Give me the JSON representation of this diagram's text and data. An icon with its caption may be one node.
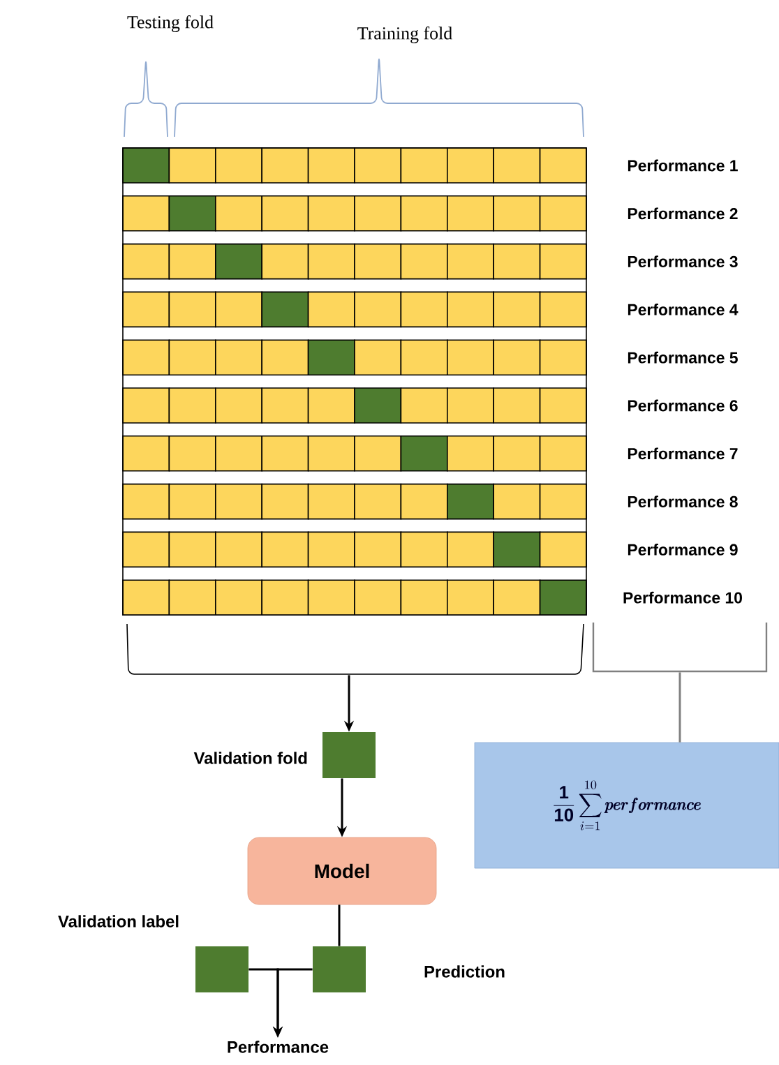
{
  "diagram": {
    "nodes": [
      {
        "text": [],
        "shape": "box",
        "beside": [
          "Validation fold"
        ]
      },
      {
        "text": [
          "Model"
        ]
      },
      {
        "text": [],
        "shape": "box",
        "beside": [
          "Validation label"
        ]
      },
      {
        "text": [],
        "shape": "box",
        "beside": [
          "Prediction"
        ]
      },
      {
        "text": [
          "Performance"
        ]
      },
      {
        "text": [
          "\\frac{\\mathbf{1}}{\\mathbf{10}}\\sum_{i=1}^{10}\\pmb{performance}"
        ]
      },
      {
        "text": [],
        "shape": "bracket"
      },
      {
        "text": [],
        "shape": "bracket"
      }
    ],
    "edges": [
      {
        "from": 6,
        "to": 0,
        "arrow": "to"
      },
      {
        "from": 0,
        "to": 1,
        "arrow": "to"
      },
      {
        "from": 1,
        "to": 3,
        "arrow": "none"
      },
      {
        "from": 2,
        "to": 4,
        "arrow": "to"
      },
      {
        "from": 3,
        "to": 4,
        "arrow": "to"
      },
      {
        "from": 7,
        "to": 5,
        "arrow": "none",
        "color": "#808080"
      }
    ],
    "labels": [
      "Testing fold",
      "Training fold",
      "Performance 1",
      "Performance 2",
      "Performance 3",
      "Performance 4",
      "Performance 5",
      "Performance 6",
      "Performance 7",
      "Performance 8",
      "Performance 9",
      "Performance 10"
    ]
  }
}
